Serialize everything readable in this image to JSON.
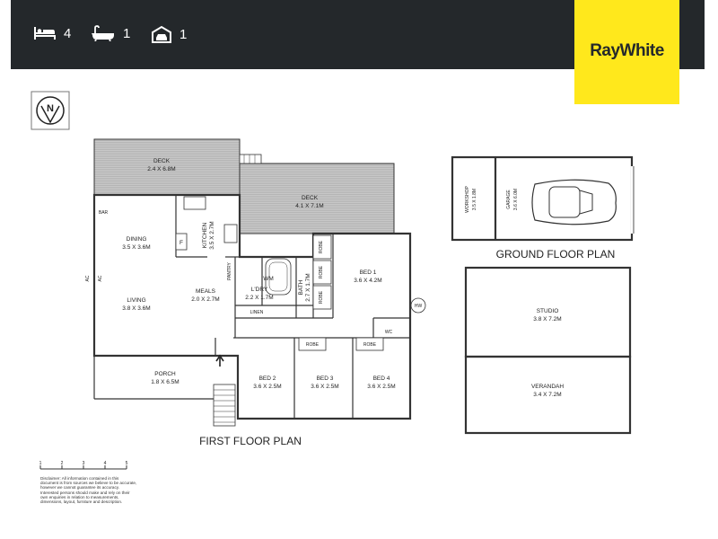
{
  "header": {
    "beds": "4",
    "baths": "1",
    "garages": "1",
    "icons": [
      "bed-icon",
      "bath-icon",
      "garage-icon"
    ]
  },
  "brand": {
    "name": "RayWhite",
    "color": "#ffe81c"
  },
  "compass": {
    "label": "N"
  },
  "first_floor": {
    "title": "FIRST FLOOR PLAN",
    "rooms": {
      "deck1": [
        "DECK",
        "2.4 X 6.8M"
      ],
      "deck2": [
        "DECK",
        "4.1 X 7.1M"
      ],
      "dining": [
        "DINING",
        "3.5 X 3.6M"
      ],
      "living": [
        "LIVING",
        "3.8 X 3.6M"
      ],
      "kitchen": [
        "KITCHEN",
        "3.5 X 2.7M"
      ],
      "meals": [
        "MEALS",
        "2.0 X 2.7M"
      ],
      "laundry": [
        "L'DRY",
        "2.2 X 1.7M"
      ],
      "bath": [
        "BATH",
        "2.7 X 1.7M"
      ],
      "bed1": [
        "BED 1",
        "3.6 X 4.2M"
      ],
      "bed2": [
        "BED 2",
        "3.6 X 2.5M"
      ],
      "bed3": [
        "BED 3",
        "3.6 X 2.5M"
      ],
      "bed4": [
        "BED 4",
        "3.6 X 2.5M"
      ],
      "porch": [
        "PORCH",
        "1.8 X 6.5M"
      ]
    },
    "fixtures": {
      "bar": "BAR",
      "fridge": "F",
      "pantry": "PANTRY",
      "wm": "WM",
      "linen": "LINEN",
      "robe": "ROBE",
      "wc": "WC",
      "hw": "HW",
      "ac": "AC"
    }
  },
  "ground_floor": {
    "title": "GROUND FLOOR PLAN",
    "rooms": {
      "workshop": [
        "WORKSHOP",
        "3.5 X 1.8M"
      ],
      "garage": [
        "GARAGE",
        "3.6 X 6.0M"
      ],
      "studio": [
        "STUDIO",
        "3.8 X 7.2M"
      ],
      "verandah": [
        "VERANDAH",
        "3.4 X 7.2M"
      ]
    }
  },
  "scale": {
    "ticks": [
      "1",
      "2",
      "3",
      "4",
      "5"
    ]
  },
  "disclaimer": "Disclaimer: All information contained in this document is from sources we believe to be accurate, however we cannot guarantee its accuracy. Interested persons should make and rely on their own enquiries in relation to measurements, dimensions, layout, furniture and description."
}
